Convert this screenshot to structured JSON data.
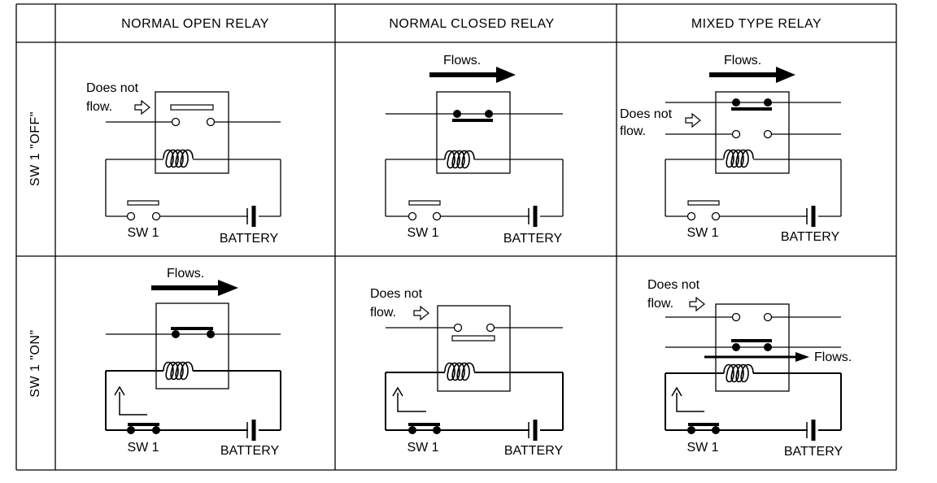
{
  "headers": {
    "col1": "NORMAL OPEN RELAY",
    "col2": "NORMAL CLOSED RELAY",
    "col3": "MIXED TYPE RELAY",
    "row1": "SW 1 \"OFF\"",
    "row2": "SW 1 \"ON\""
  },
  "labels": {
    "flows": "Flows.",
    "does_not": "Does not",
    "flow": "flow.",
    "sw1": "SW 1",
    "battery": "BATTERY"
  }
}
